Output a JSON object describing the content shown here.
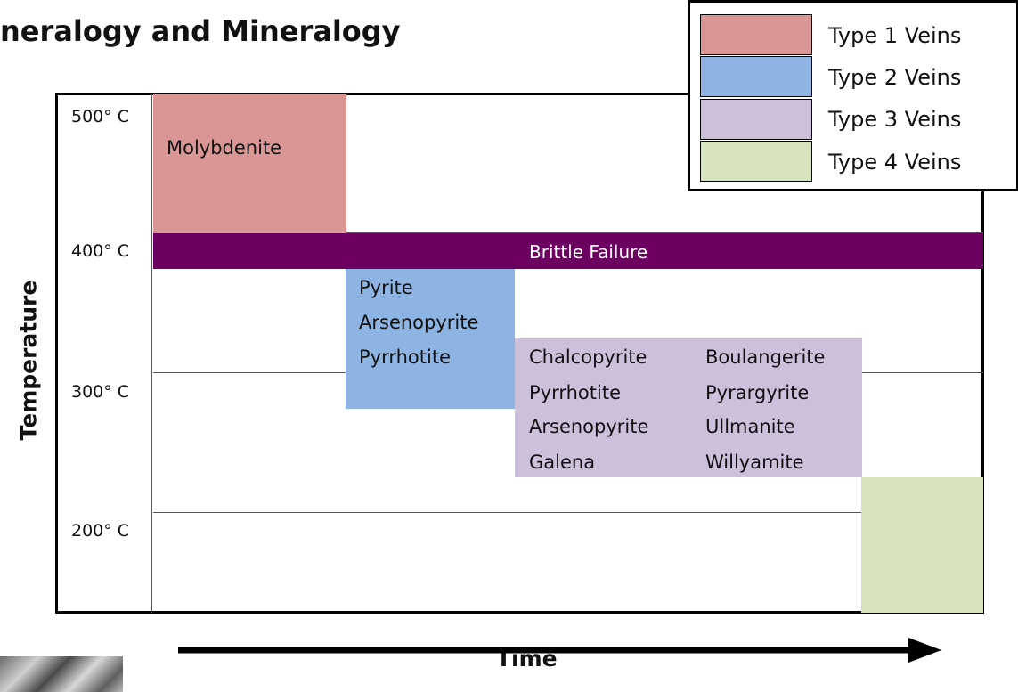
{
  "title": "neralogy and Mineralogy",
  "axis": {
    "ylabel": "Temperature",
    "xlabel": "Time",
    "temps": [
      "500° C",
      "400° C",
      "300° C",
      "200° C"
    ]
  },
  "events": {
    "brittle": "Brittle Failure"
  },
  "veins": {
    "type1": {
      "minerals": [
        "Molybdenite"
      ],
      "color": "#d99694"
    },
    "type2": {
      "minerals": [
        "Pyrite",
        "Arsenopyrite",
        "Pyrrhotite"
      ],
      "color": "#8eb4e3"
    },
    "type3": {
      "col1": [
        "Chalcopyrite",
        "Pyrrhotite",
        "Arsenopyrite",
        "Galena"
      ],
      "col2": [
        "Boulangerite",
        "Pyrargyrite",
        "Ullmanite",
        "Willyamite"
      ],
      "color": "#ccc0da"
    },
    "type4": {
      "minerals": [],
      "color": "#d7e4bd"
    }
  },
  "legend": [
    "Type 1 Veins",
    "Type 2 Veins",
    "Type 3 Veins",
    "Type 4 Veins"
  ],
  "colors": {
    "brittle": "#6b0061",
    "type1": "#d99694",
    "type2": "#8eb4e3",
    "type3": "#ccc0da",
    "type4": "#d7e4bd"
  }
}
